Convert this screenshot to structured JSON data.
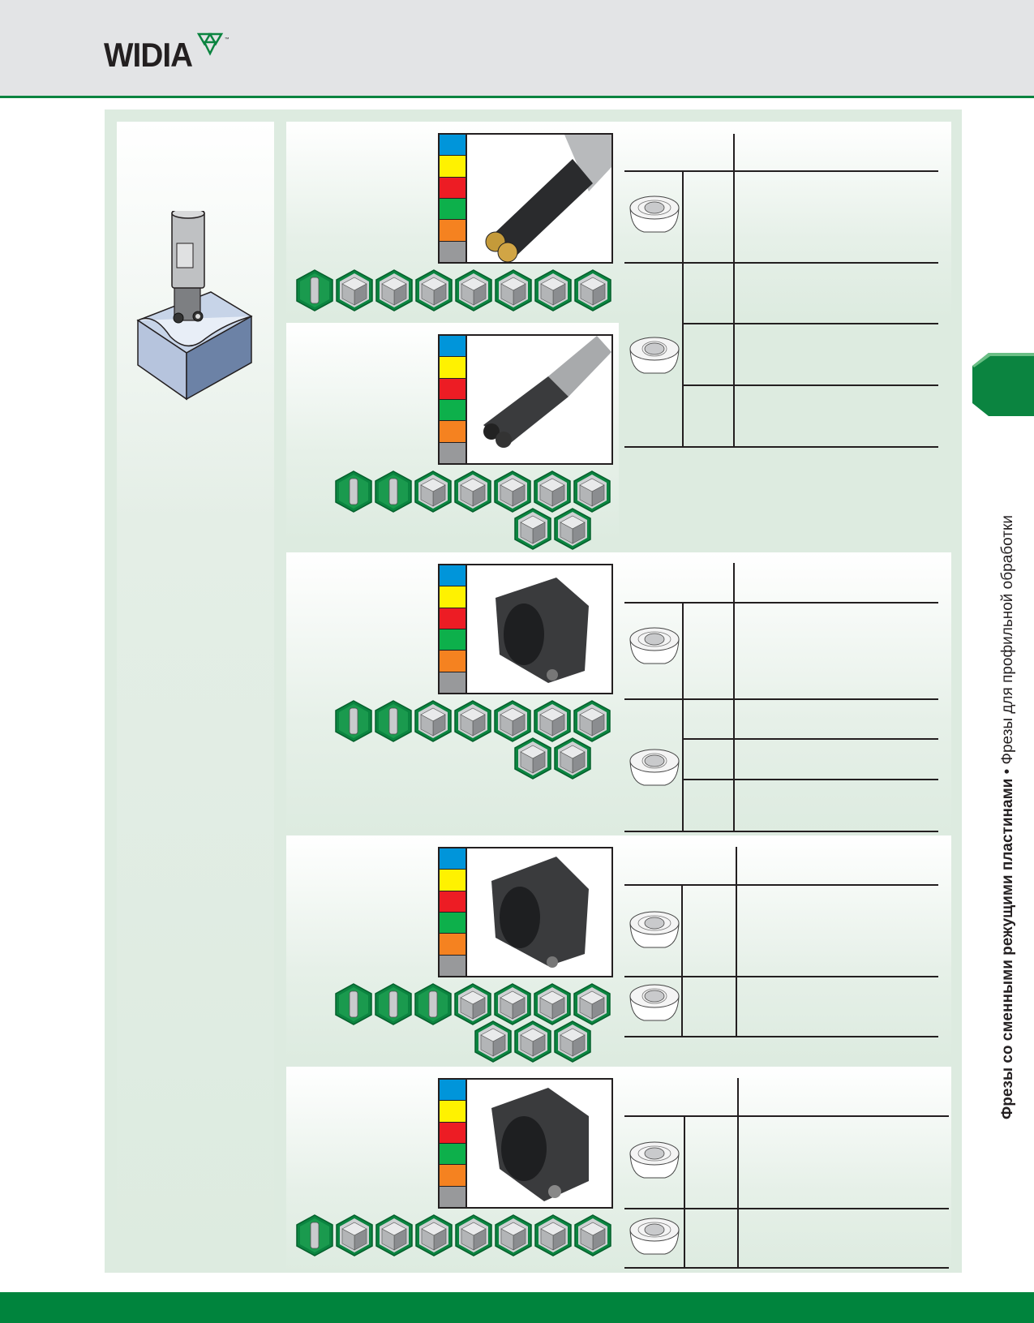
{
  "header": {
    "brand": "WIDIA",
    "trademark": "™",
    "accent_color": "#0b8440"
  },
  "side_tab": {
    "title_bold": "Фрезы со сменными режущими пластинами",
    "separator": " • ",
    "title_regular": "Фрезы для профильной обработки",
    "color": "#00843d"
  },
  "material_strip_colors": [
    "#0095da",
    "#fff200",
    "#ed1c24",
    "#0db04b",
    "#f58220",
    "#98999b"
  ],
  "blocks": [
    {
      "name": "tool-block-1",
      "photo": "shank-end-mill-round-inserts",
      "application_icons": [
        "plunge",
        "slot-ramp",
        "profile",
        "shoulder",
        "pocket-slot",
        "face",
        "pocket",
        "helical-bore",
        "helical-interpolation"
      ],
      "table_rows": 2,
      "inserts": [
        "round-insert-positive",
        "round-insert-flat"
      ]
    },
    {
      "name": "tool-block-2",
      "photo": "long-shank-end-mill-round-inserts",
      "application_icons": [
        "thread-plunge",
        "plunge",
        "slot-ramp",
        "shoulder",
        "pocket-slot",
        "face",
        "pocket",
        "hole",
        "helical-interpolation"
      ]
    },
    {
      "name": "tool-block-3",
      "photo": "shell-mill-round-inserts",
      "application_icons": [
        "thread-plunge",
        "plunge",
        "slot-ramp",
        "shoulder",
        "pocket-slot",
        "face",
        "pocket",
        "hole",
        "helical-interpolation"
      ],
      "inserts": [
        "round-insert-indexed-positive",
        "round-insert-flat"
      ]
    },
    {
      "name": "tool-block-4",
      "photo": "shell-mill-round-inserts",
      "application_icons": [
        "thread-plunge",
        "plunge",
        "face-mill",
        "slot-ramp",
        "shoulder",
        "pocket-slot",
        "face",
        "pocket",
        "hole",
        "helical-interpolation"
      ],
      "inserts": [
        "round-insert-indexed-positive",
        "round-insert-indexed-flat"
      ]
    },
    {
      "name": "tool-block-5",
      "photo": "shell-mill-round-inserts-large",
      "application_icons": [
        "face-mill",
        "slot-ramp",
        "shoulder",
        "pocket-slot",
        "face",
        "pocket",
        "hole",
        "helical-interpolation"
      ],
      "inserts": [
        "round-insert-multi-index",
        "round-insert-indexed-positive"
      ]
    }
  ]
}
